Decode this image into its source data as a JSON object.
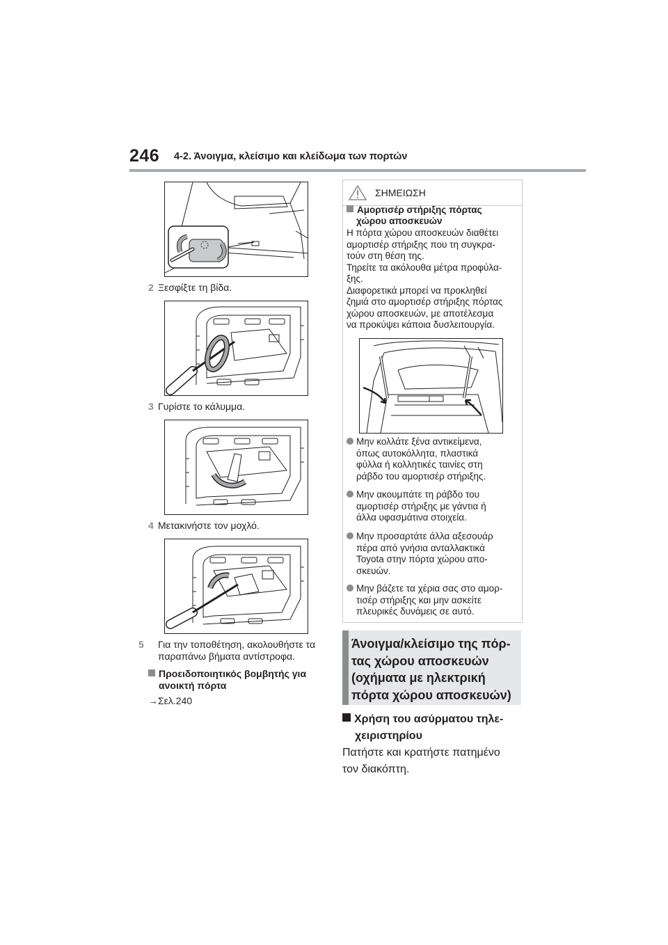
{
  "header": {
    "page_number": "246",
    "section_title": "4-2. Άνοιγμα, κλείσιμο και κλείδωμα των πορτών"
  },
  "left_column": {
    "step2": {
      "num": "2",
      "text": "Ξεσφίξτε τη βίδα."
    },
    "step3": {
      "num": "3",
      "text": "Γυρίστε το κάλυμμα."
    },
    "step4": {
      "num": "4",
      "text": "Μετακινήστε τον μοχλό."
    },
    "step5": {
      "num": "5",
      "text_line1": "Για την τοποθέτηση, ακολουθήστε τα",
      "text_line2": "παραπάνω βήματα αντίστροφα."
    },
    "warning_heading_line1": "Προειδοποιητικός βομβητής για",
    "warning_heading_line2": "ανοικτή πόρτα",
    "reference": "→Σελ.240"
  },
  "note": {
    "label": "ΣΗΜΕΙΩΣΗ",
    "heading_line1": "Αμορτισέρ στήριξης πόρτας",
    "heading_line2": "χώρου αποσκευών",
    "paragraph_lines": [
      "Η πόρτα χώρου αποσκευών διαθέτει",
      "αμορτισέρ στήριξης που τη συγκρα-",
      "τούν στη θέση της.",
      "Τηρείτε τα ακόλουθα μέτρα προφύλα-",
      "ξης.",
      "Διαφορετικά μπορεί να προκληθεί",
      "ζημιά στο αμορτισέρ στήριξης πόρτας",
      "χώρου αποσκευών, με αποτέλεσμα",
      "να προκύψει κάποια δυσλειτουργία."
    ],
    "bullets": [
      [
        "Μην κολλάτε ξένα αντικείμενα,",
        "όπως αυτοκόλλητα, πλαστικά",
        "φύλλα ή κολλητικές ταινίες στη",
        "ράβδο του αμορτισέρ στήριξης."
      ],
      [
        "Μην ακουμπάτε τη ράβδο του",
        "αμορτισέρ στήριξης με γάντια ή",
        "άλλα υφασμάτινα στοιχεία."
      ],
      [
        "Μην προσαρτάτε άλλα αξεσουάρ",
        "πέρα από γνήσια ανταλλακτικά",
        "Toyota στην πόρτα χώρου απο-",
        "σκευών."
      ],
      [
        "Μην βάζετε τα χέρια σας στο αμορ-",
        "τισέρ στήριξης και μην ασκείτε",
        "πλευρικές δυνάμεις σε αυτό."
      ]
    ]
  },
  "section": {
    "title_lines": [
      "Άνοιγμα/κλείσιμο της πόρ-",
      "τας χώρου αποσκευών",
      "(οχήματα με ηλεκτρική",
      "πόρτα χώρου αποσκευών)"
    ],
    "subheading_line1": "Χρήση του ασύρματου τηλε-",
    "subheading_line2": "χειριστηρίου",
    "body_line1": "Πατήστε και κρατήστε πατημένο",
    "body_line2": "τον διακόπτη."
  },
  "colors": {
    "accent_gray": "#8a8c8e",
    "rule_gray": "#a6a9ab",
    "section_bg": "#e6e7e8",
    "text": "#231f20"
  }
}
